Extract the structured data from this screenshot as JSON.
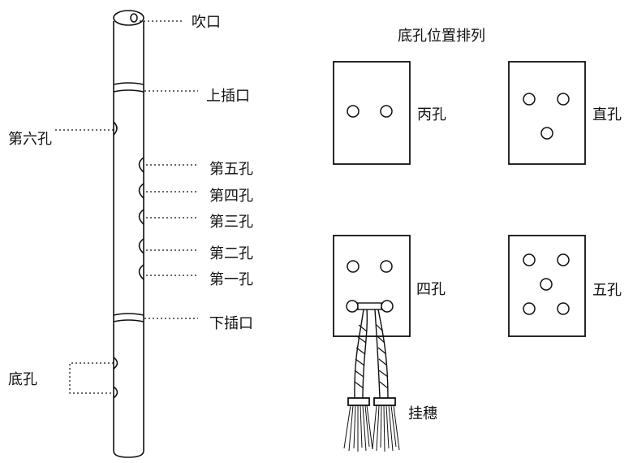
{
  "flute_labels": {
    "mouth": "吹口",
    "upper_joint": "上插口",
    "hole6": "第六孔",
    "hole5": "第五孔",
    "hole4": "第四孔",
    "hole3": "第三孔",
    "hole2": "第二孔",
    "hole1": "第一孔",
    "lower_joint": "下插口",
    "bottom_holes": "底孔"
  },
  "arrangement": {
    "title": "底孔位置排列",
    "bing": "丙孔",
    "zhi": "直孔",
    "si": "四孔",
    "wu": "五孔",
    "tassel": "挂穗"
  }
}
